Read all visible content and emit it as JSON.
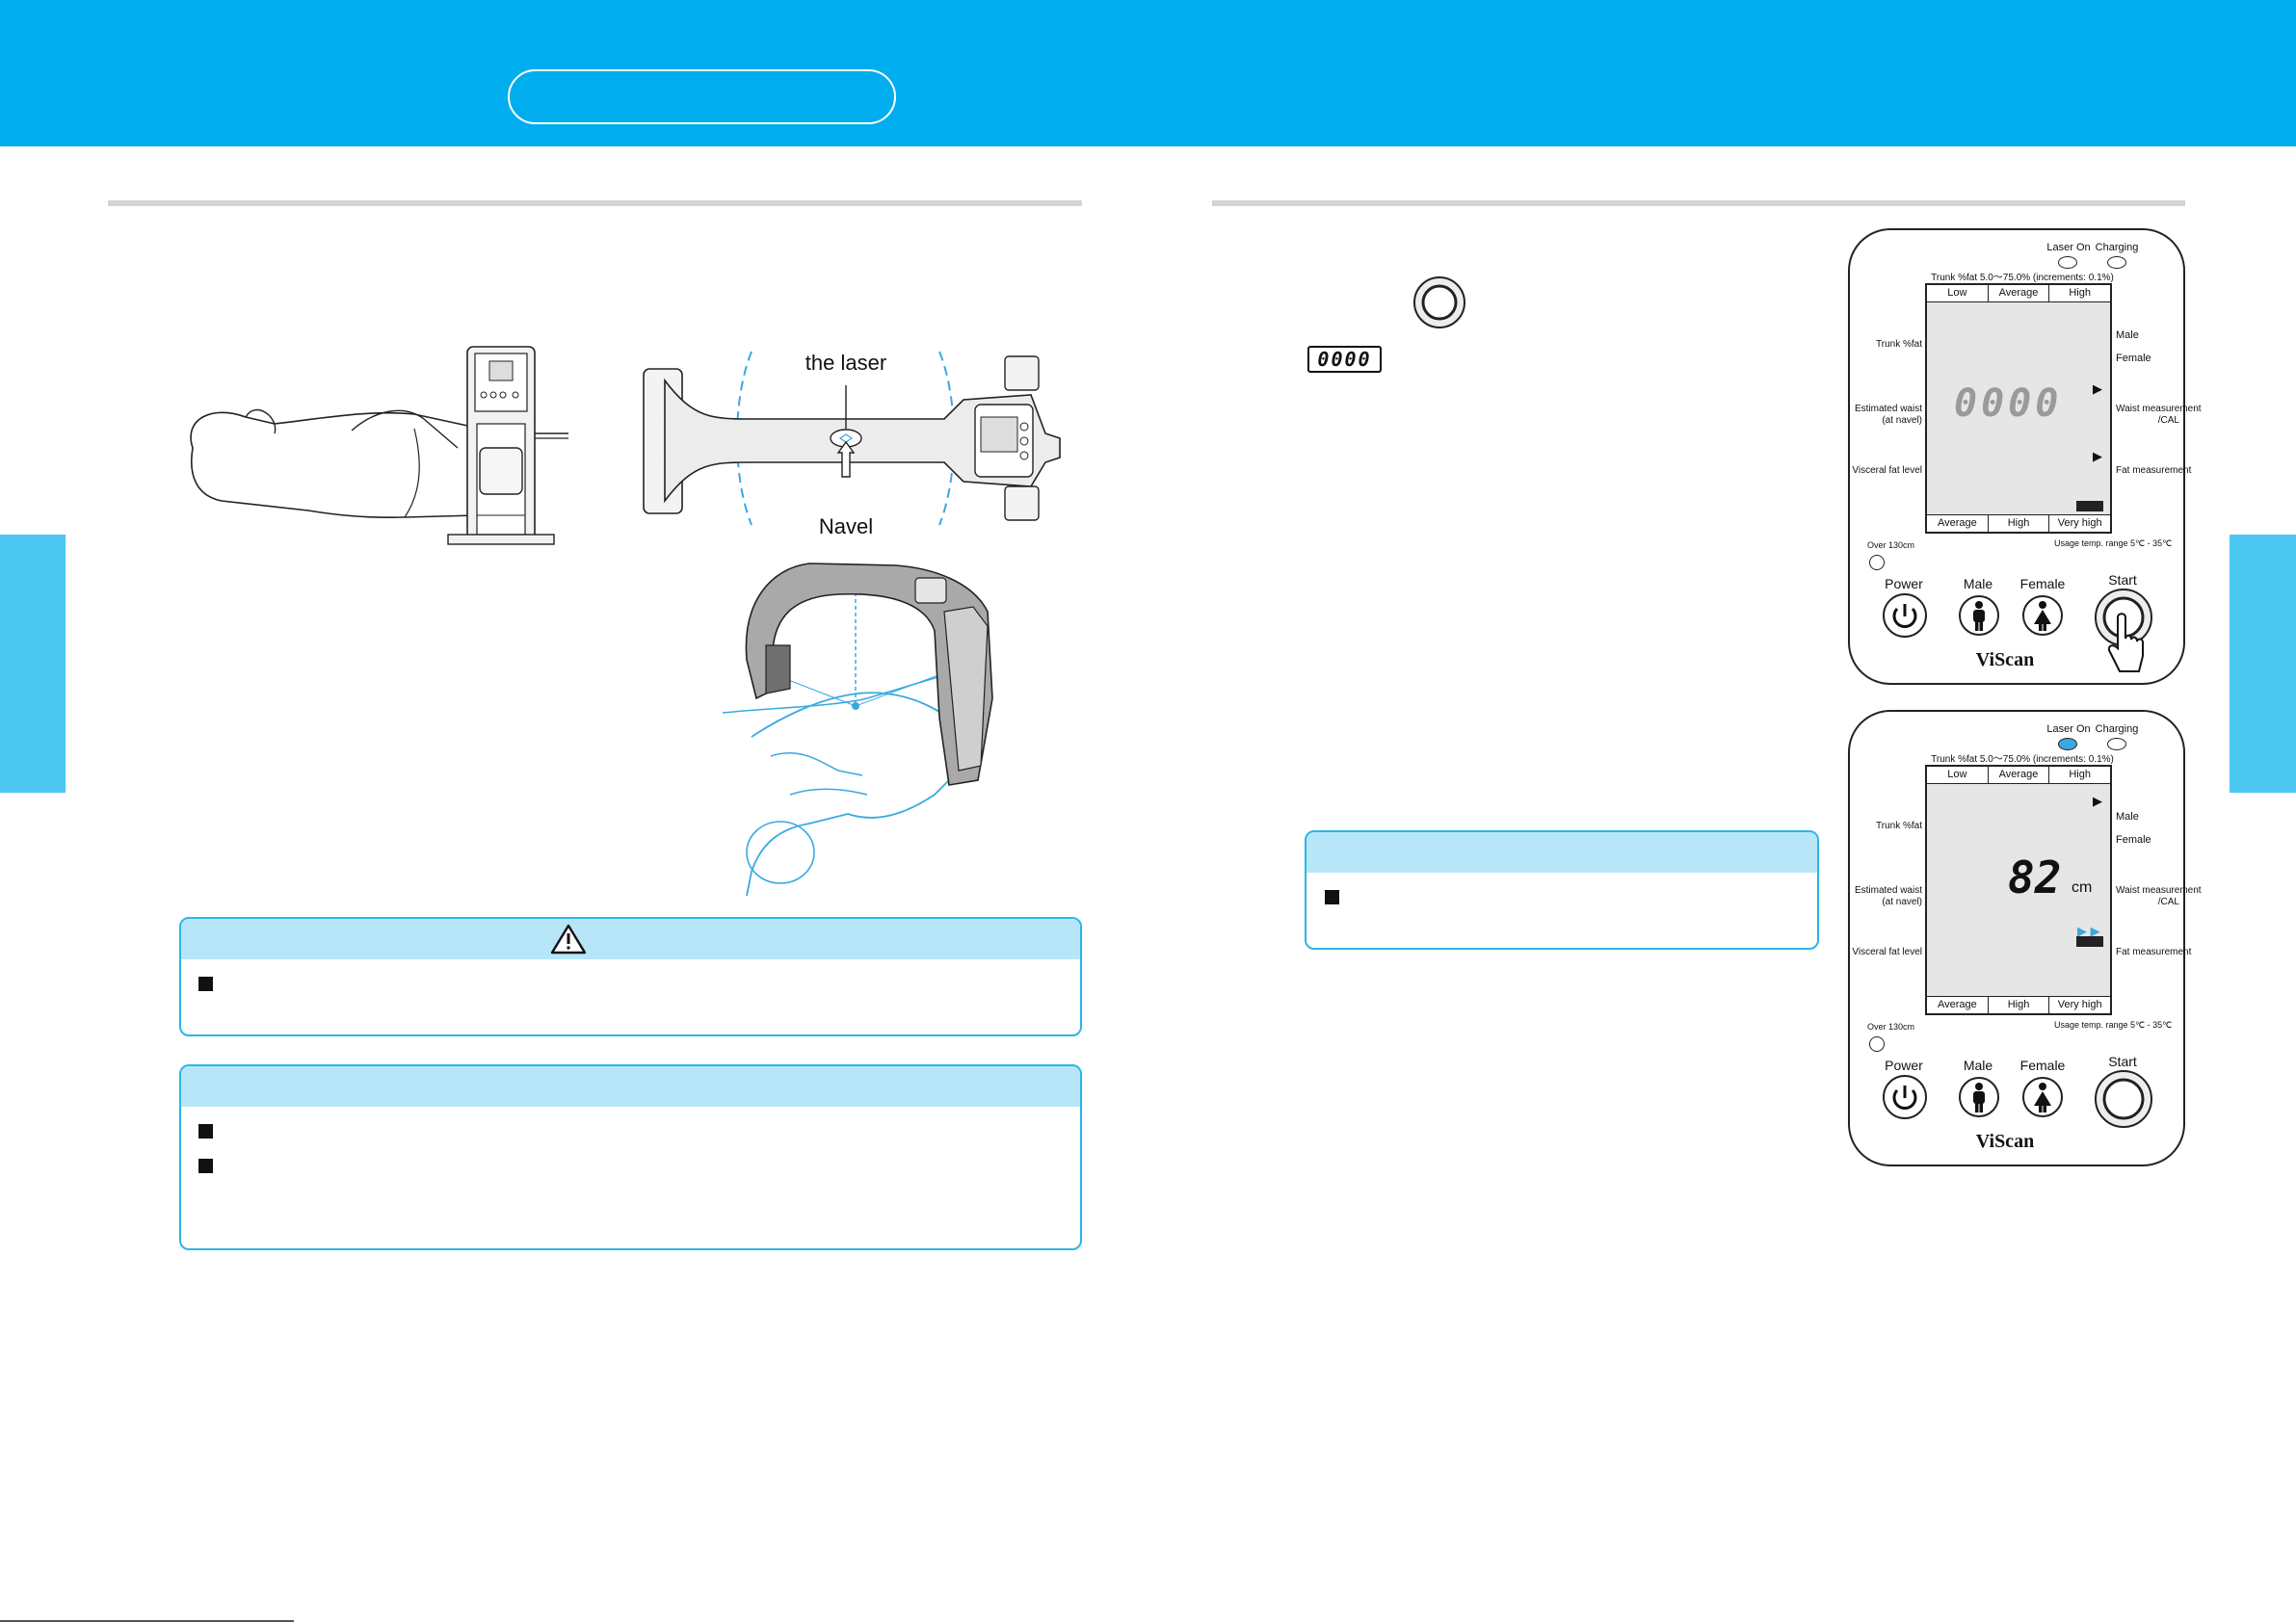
{
  "illustration_labels": {
    "laser": "the laser",
    "navel": "Navel"
  },
  "display_icon": {
    "digits": "0000"
  },
  "panels": {
    "laser_on": "Laser On",
    "charging": "Charging",
    "range_note": "Trunk %fat 5.0〜75.0% (increments: 0.1%)",
    "top_scale": [
      "Low",
      "Average",
      "High"
    ],
    "bottom_scale": [
      "Average",
      "High",
      "Very high"
    ],
    "left_labels": {
      "trunk_fat": "Trunk %fat",
      "waist_line1": "Estimated waist",
      "waist_line2": "(at navel)",
      "visceral": "Visceral fat level"
    },
    "right_labels": {
      "male": "Male",
      "female": "Female",
      "waist_meas_line1": "Waist measurement",
      "waist_meas_line2": "/CAL",
      "fat_meas": "Fat measurement"
    },
    "over_130": "Over 130cm",
    "usage_temp": "Usage temp. range 5℃ - 35℃",
    "buttons": {
      "power": "Power",
      "male": "Male",
      "female": "Female",
      "start": "Start"
    },
    "brand": "ViScan",
    "panel1_display": "0000",
    "panel2_display_value": "82",
    "panel2_display_unit": "cm"
  },
  "colors": {
    "banner": "#00adee",
    "side_tab": "#4cc7f2",
    "box_border": "#29b6e8",
    "box_header": "#b7e6f9",
    "accent_blue": "#39a9e0",
    "lcd_bg": "#e6e6e6"
  }
}
